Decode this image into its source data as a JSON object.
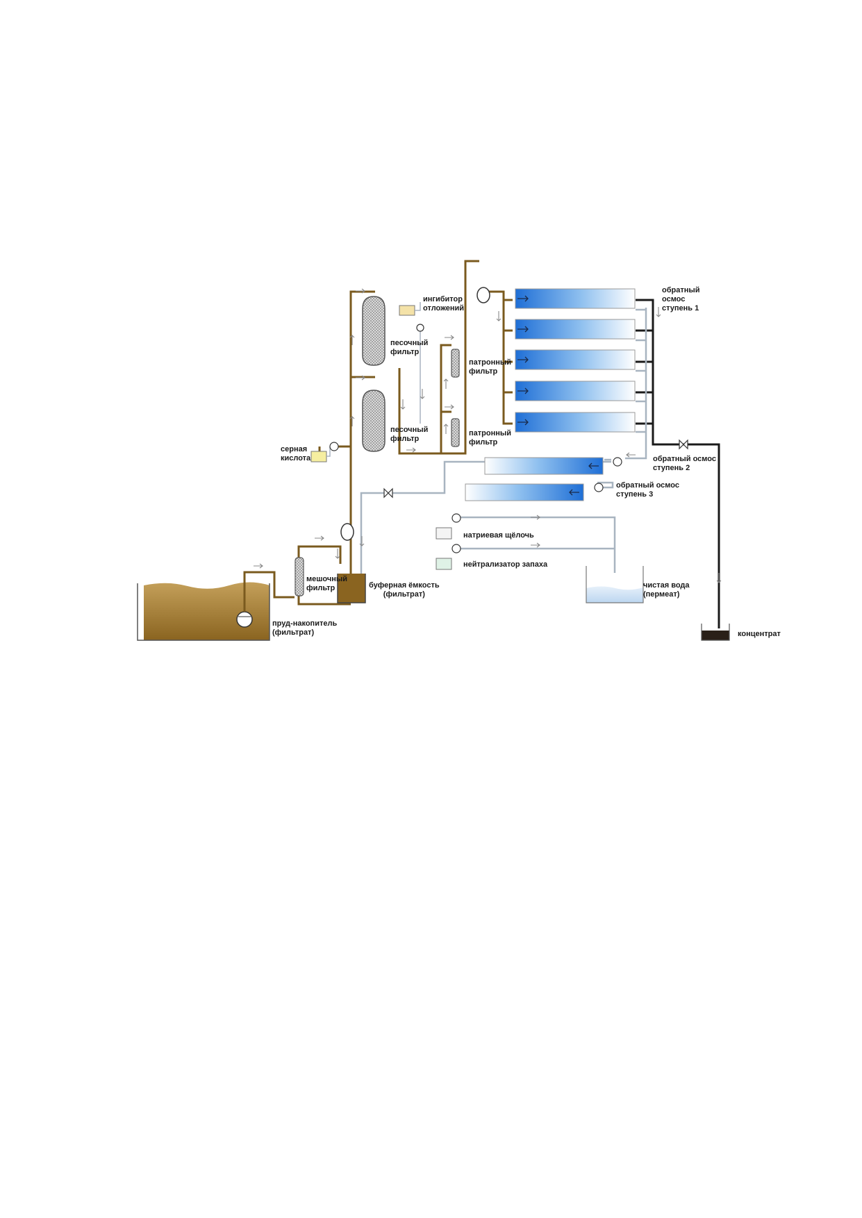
{
  "labels": {
    "inhibitor": "ингибитор\nотложений",
    "sand_filter_1": "песочный\nфильтр",
    "sand_filter_2": "песочный\nфильтр",
    "cartridge_filter_1": "патронный\nфильтр",
    "cartridge_filter_2": "патронный\nфильтр",
    "ro_stage_1": "обратный\nосмос\nступень 1",
    "ro_stage_2": "обратный осмос\nступень 2",
    "ro_stage_3": "обратный осмос\nступень 3",
    "sulfuric_acid": "серная\nкислота",
    "sodium_hydroxide": "натриевая щёлочь",
    "odor_neutralizer": "нейтрализатор запаха",
    "bag_filter": "мешочный\nфильтр",
    "buffer_tank": "буферная ёмкость\n(фильтрат)",
    "clean_water": "чистая вода\n(пермеат)",
    "pond": "пруд-накопитель\n(фильтрат)",
    "concentrate": "концентрат"
  },
  "colors": {
    "leachate_pipe": "#7a5a1e",
    "permeate_pipe": "#a8b4c0",
    "concentrate_pipe": "#1a1a1a",
    "membrane_blue": "#1f6fd6",
    "pond_fill": "#a07a2a",
    "clean_water_fill": "#cfe2f6",
    "concentrate_fill": "#2a2018"
  }
}
